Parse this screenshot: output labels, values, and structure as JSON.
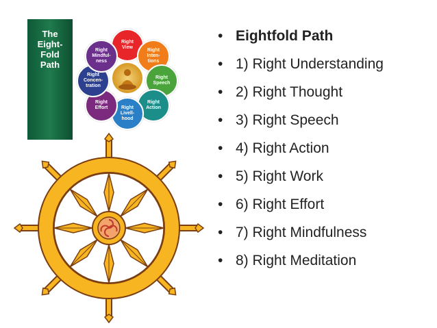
{
  "banner": {
    "title": "The\nEight-\nFold\nPath"
  },
  "graphic": {
    "petals": [
      {
        "label": "Right\nView",
        "color": "#e8262a"
      },
      {
        "label": "Right\nInten-\ntions",
        "color": "#f07d1a"
      },
      {
        "label": "Right\nSpeech",
        "color": "#4aa33b"
      },
      {
        "label": "Right\nAction",
        "color": "#1c8e8a"
      },
      {
        "label": "Right\nLivell-\nhood",
        "color": "#2a7fc6"
      },
      {
        "label": "Right\nEffort",
        "color": "#7b2a7d"
      },
      {
        "label": "Right\nConcen-\ntration",
        "color": "#2d3f8f"
      },
      {
        "label": "Right\nMindful-\nness",
        "color": "#6b2f8c"
      }
    ]
  },
  "bullets": [
    "Eightfold Path",
    "1) Right Understanding",
    "2) Right Thought",
    "3) Right Speech",
    "4) Right Action",
    "5) Right Work",
    "6) Right Effort",
    "7) Right Mindfulness",
    "8) Right Meditation"
  ],
  "colors": {
    "wheel_fill": "#f7b521",
    "wheel_stroke": "#7a3e12",
    "hub": "#f3a46a"
  }
}
